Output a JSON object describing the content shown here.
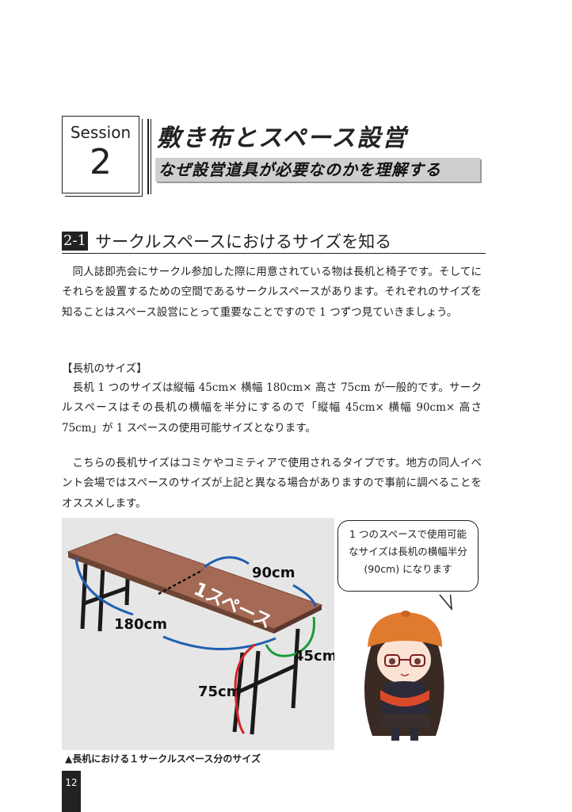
{
  "session": {
    "word": "Session",
    "number": "2"
  },
  "title": {
    "main": "敷き布とスペース設営",
    "sub": "なぜ設営道具が必要なのかを理解する"
  },
  "section": {
    "number": "2-1",
    "title": "サークルスペースにおけるサイズを知る"
  },
  "paragraphs": {
    "p1": "同人誌即売会にサークル参加した際に用意されている物は長机と椅子です。そしてにそれらを設置するための空間であるサークルスペースがあります。それぞれのサイズを知ることはスペース設営にとって重要なことですので 1 つずつ見ていきましょう。",
    "heading": "【長机のサイズ】",
    "p2": "長机 1 つのサイズは縦幅 45cm× 横幅 180cm× 高さ 75cm が一般的です。サークルスペースはその長机の横幅を半分にするので「縦幅 45cm× 横幅 90cm× 高さ 75cm」が 1 スペースの使用可能サイズとなります。",
    "p3": "こちらの長机サイズはコミケやコミティアで使用されるタイプです。地方の同人イベント会場ではスペースのサイズが上記と異なる場合がありますので事前に調べることをオススメします。"
  },
  "figure": {
    "label_90": "90cm",
    "label_space": "1スペース",
    "label_180": "180cm",
    "label_45": "45cm",
    "label_75": "75cm",
    "caption": "▲長机における１サークルスペース分のサイズ"
  },
  "bubble": {
    "text": "1 つのスペースで使用可能なサイズは長机の横幅半分 (90cm) になります"
  },
  "page_number": "12",
  "colors": {
    "table_top": "#a56a55",
    "blue": "#1f5fb0",
    "green": "#1e9a3a",
    "red": "#d8232a"
  }
}
